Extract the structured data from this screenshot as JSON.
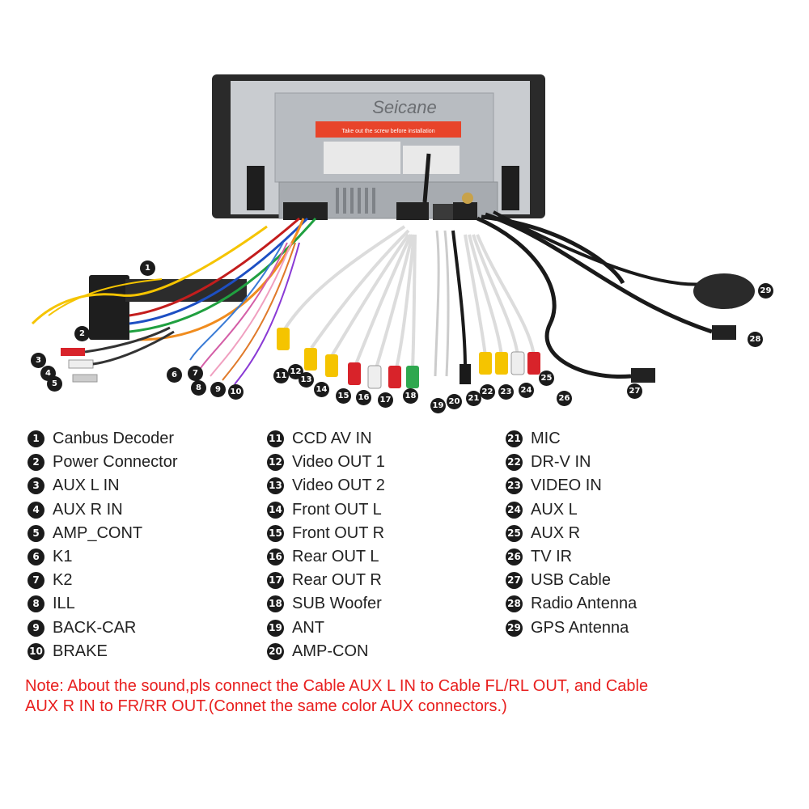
{
  "photo": {
    "brand": "Seicane",
    "sticker_text": "Take out the screw before installation"
  },
  "legend": {
    "col1": [
      {
        "n": "1",
        "label": "Canbus Decoder"
      },
      {
        "n": "2",
        "label": "Power Connector"
      },
      {
        "n": "3",
        "label": "AUX L IN"
      },
      {
        "n": "4",
        "label": "AUX R IN"
      },
      {
        "n": "5",
        "label": "AMP_CONT"
      },
      {
        "n": "6",
        "label": "K1"
      },
      {
        "n": "7",
        "label": "K2"
      },
      {
        "n": "8",
        "label": "ILL"
      },
      {
        "n": "9",
        "label": "BACK-CAR"
      },
      {
        "n": "10",
        "label": "BRAKE"
      }
    ],
    "col2": [
      {
        "n": "11",
        "label": "CCD AV IN"
      },
      {
        "n": "12",
        "label": "Video OUT 1"
      },
      {
        "n": "13",
        "label": "Video OUT 2"
      },
      {
        "n": "14",
        "label": "Front OUT L"
      },
      {
        "n": "15",
        "label": "Front OUT R"
      },
      {
        "n": "16",
        "label": "Rear OUT L"
      },
      {
        "n": "17",
        "label": "Rear OUT R"
      },
      {
        "n": "18",
        "label": "SUB Woofer"
      },
      {
        "n": "19",
        "label": "ANT"
      },
      {
        "n": "20",
        "label": "AMP-CON"
      }
    ],
    "col3": [
      {
        "n": "21",
        "label": "MIC"
      },
      {
        "n": "22",
        "label": "DR-V IN"
      },
      {
        "n": "23",
        "label": "VIDEO IN"
      },
      {
        "n": "24",
        "label": "AUX L"
      },
      {
        "n": "25",
        "label": "AUX R"
      },
      {
        "n": "26",
        "label": "TV IR"
      },
      {
        "n": "27",
        "label": "USB Cable"
      },
      {
        "n": "28",
        "label": "Radio Antenna"
      },
      {
        "n": "29",
        "label": "GPS Antenna"
      }
    ]
  },
  "callouts": [
    "1",
    "2",
    "3",
    "4",
    "5",
    "6",
    "7",
    "8",
    "9",
    "10",
    "11",
    "12",
    "13",
    "14",
    "15",
    "16",
    "17",
    "18",
    "19",
    "20",
    "21",
    "22",
    "23",
    "24",
    "25",
    "26",
    "27",
    "28",
    "29"
  ],
  "note": {
    "line1": "Note: About the sound,pls connect the Cable AUX L IN to Cable FL/RL OUT, and Cable",
    "line2": "AUX R IN to  FR/RR OUT.(Connet the same color AUX connectors.)"
  },
  "colors": {
    "note_red": "#e8201f",
    "badge_black": "#1b1b1b",
    "wire_yellow": "#f5c400",
    "rca_red": "#d8232a",
    "rca_white": "#eeeeee",
    "rca_green": "#2fa84f"
  }
}
